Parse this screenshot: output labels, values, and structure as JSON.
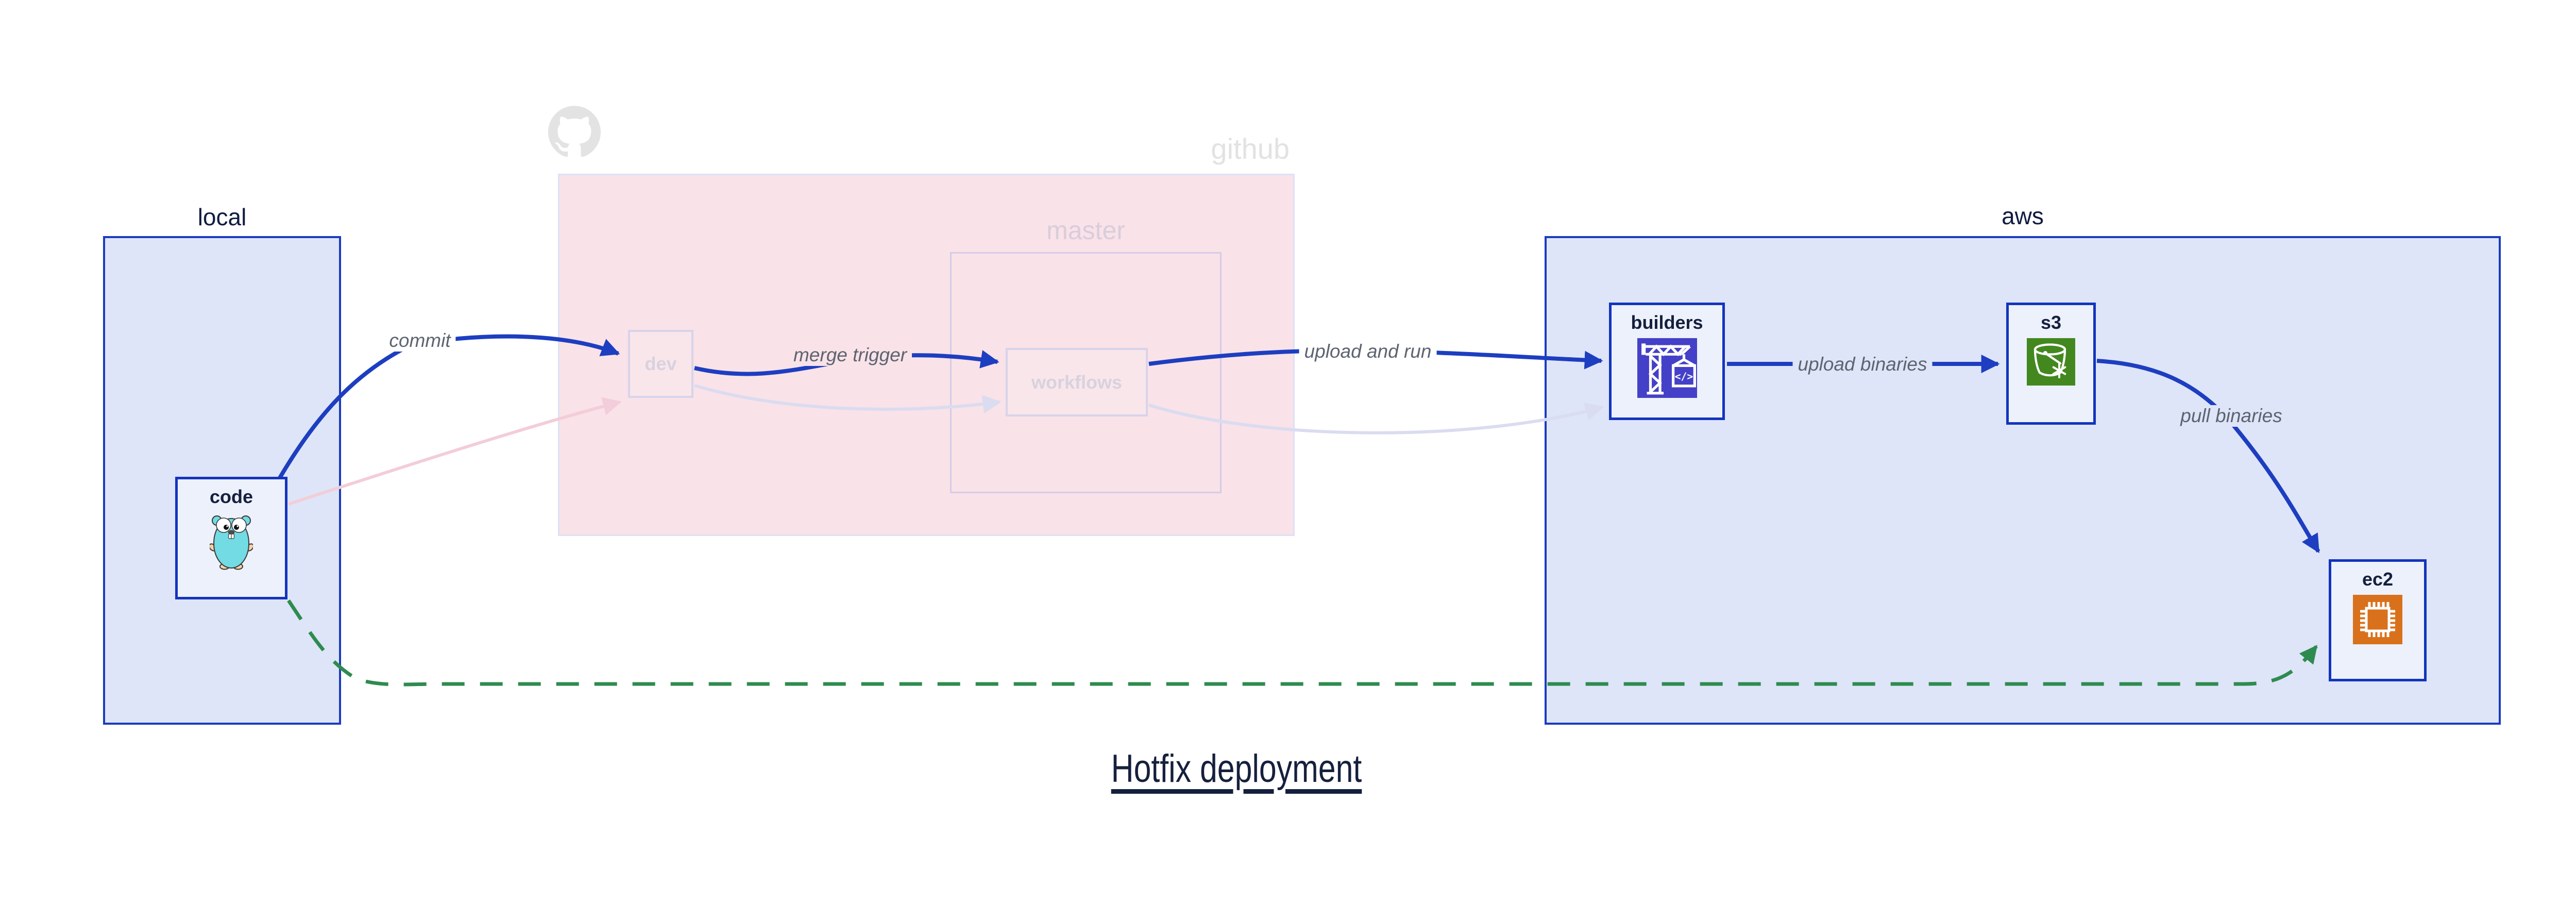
{
  "title": {
    "text": "Hotfix deployment"
  },
  "regions": {
    "local": {
      "label": "local"
    },
    "github": {
      "label": "github",
      "master": {
        "label": "master"
      }
    },
    "aws": {
      "label": "aws"
    }
  },
  "nodes": {
    "code": {
      "label": "code",
      "icon": "go-gopher-icon"
    },
    "dev": {
      "label": "dev"
    },
    "workflows": {
      "label": "workflows"
    },
    "builders": {
      "label": "builders",
      "icon": "codebuild-crane-icon",
      "icon_bg": "#4540c8",
      "icon_code_text": "</>"
    },
    "s3": {
      "label": "s3",
      "icon": "s3-glacier-bucket-icon",
      "icon_bg": "#42881f"
    },
    "ec2": {
      "label": "ec2",
      "icon": "ec2-chip-icon",
      "icon_bg": "#d9711c"
    }
  },
  "edges": {
    "commit": {
      "label": "commit",
      "from": "code",
      "to": "dev",
      "style": "blue-solid"
    },
    "merge_trigger": {
      "label": "merge trigger",
      "from": "dev",
      "to": "workflows",
      "style": "blue-solid"
    },
    "upload_and_run": {
      "label": "upload and run",
      "from": "workflows",
      "to": "builders",
      "style": "blue-solid"
    },
    "upload_binaries": {
      "label": "upload binaries",
      "from": "builders",
      "to": "s3",
      "style": "blue-solid"
    },
    "pull_binaries": {
      "label": "pull binaries",
      "from": "s3",
      "to": "ec2",
      "style": "blue-solid"
    },
    "code_to_ec2": {
      "from": "code",
      "to": "ec2",
      "style": "green-dashed"
    },
    "code_to_dev_dim": {
      "from": "code",
      "to": "dev",
      "style": "dim-pink"
    },
    "dev_to_workflows_dim": {
      "from": "dev",
      "to": "workflows",
      "style": "dim-lavender"
    },
    "workflows_to_builders_dim": {
      "from": "workflows",
      "to": "builders",
      "style": "dim-lavender"
    }
  },
  "colors": {
    "edge_blue": "#1d3ec0",
    "edge_green": "#2e8b4f",
    "edge_dim_lavender": "#dadcf0",
    "edge_dim_pink": "#f3cdd9",
    "region_fill_blue": "#dee5f8",
    "region_fill_pink": "#f9e2e8",
    "region_border_blue": "#1b3cbf",
    "node_border_blue": "#1334bd",
    "github_gray": "#e3e3e3",
    "gopher_body": "#72dbe4"
  }
}
